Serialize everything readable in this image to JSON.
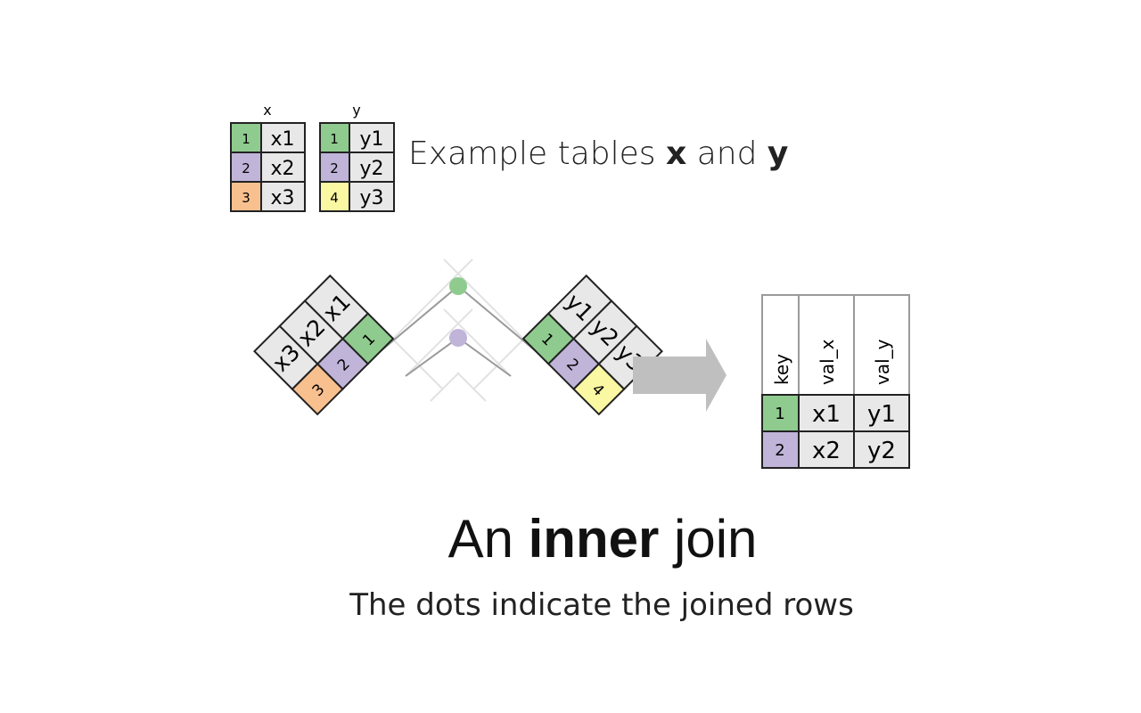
{
  "colors": {
    "key_1": "#8fcb8e",
    "key_2": "#c0b4d9",
    "key_3": "#f9c08f",
    "key_4": "#fbf8a3",
    "value_cell": "#e8e8e8",
    "border": "#222222",
    "header_border": "#9a9a9a",
    "arrow": "#bfbfbf",
    "guide_line": "#e0e0e0",
    "connector": "#9a9a9a"
  },
  "table_x": {
    "name": "x",
    "rows": [
      {
        "key": "1",
        "val": "x1",
        "color": "#8fcb8e"
      },
      {
        "key": "2",
        "val": "x2",
        "color": "#c0b4d9"
      },
      {
        "key": "3",
        "val": "x3",
        "color": "#f9c08f"
      }
    ]
  },
  "table_y": {
    "name": "y",
    "rows": [
      {
        "key": "1",
        "val": "y1",
        "color": "#8fcb8e"
      },
      {
        "key": "2",
        "val": "y2",
        "color": "#c0b4d9"
      },
      {
        "key": "4",
        "val": "y3",
        "color": "#fbf8a3"
      }
    ]
  },
  "caption": {
    "prefix": "Example tables ",
    "x": "x",
    "and": " and ",
    "y": "y"
  },
  "result_table": {
    "headers": [
      "key",
      "val_x",
      "val_y"
    ],
    "rows": [
      {
        "key": "1",
        "val_x": "x1",
        "val_y": "y1",
        "color": "#8fcb8e"
      },
      {
        "key": "2",
        "val_x": "x2",
        "val_y": "y2",
        "color": "#c0b4d9"
      }
    ]
  },
  "title": {
    "prefix": "An ",
    "bold": "inner",
    "suffix": " join"
  },
  "subtitle": "The dots indicate the joined rows"
}
